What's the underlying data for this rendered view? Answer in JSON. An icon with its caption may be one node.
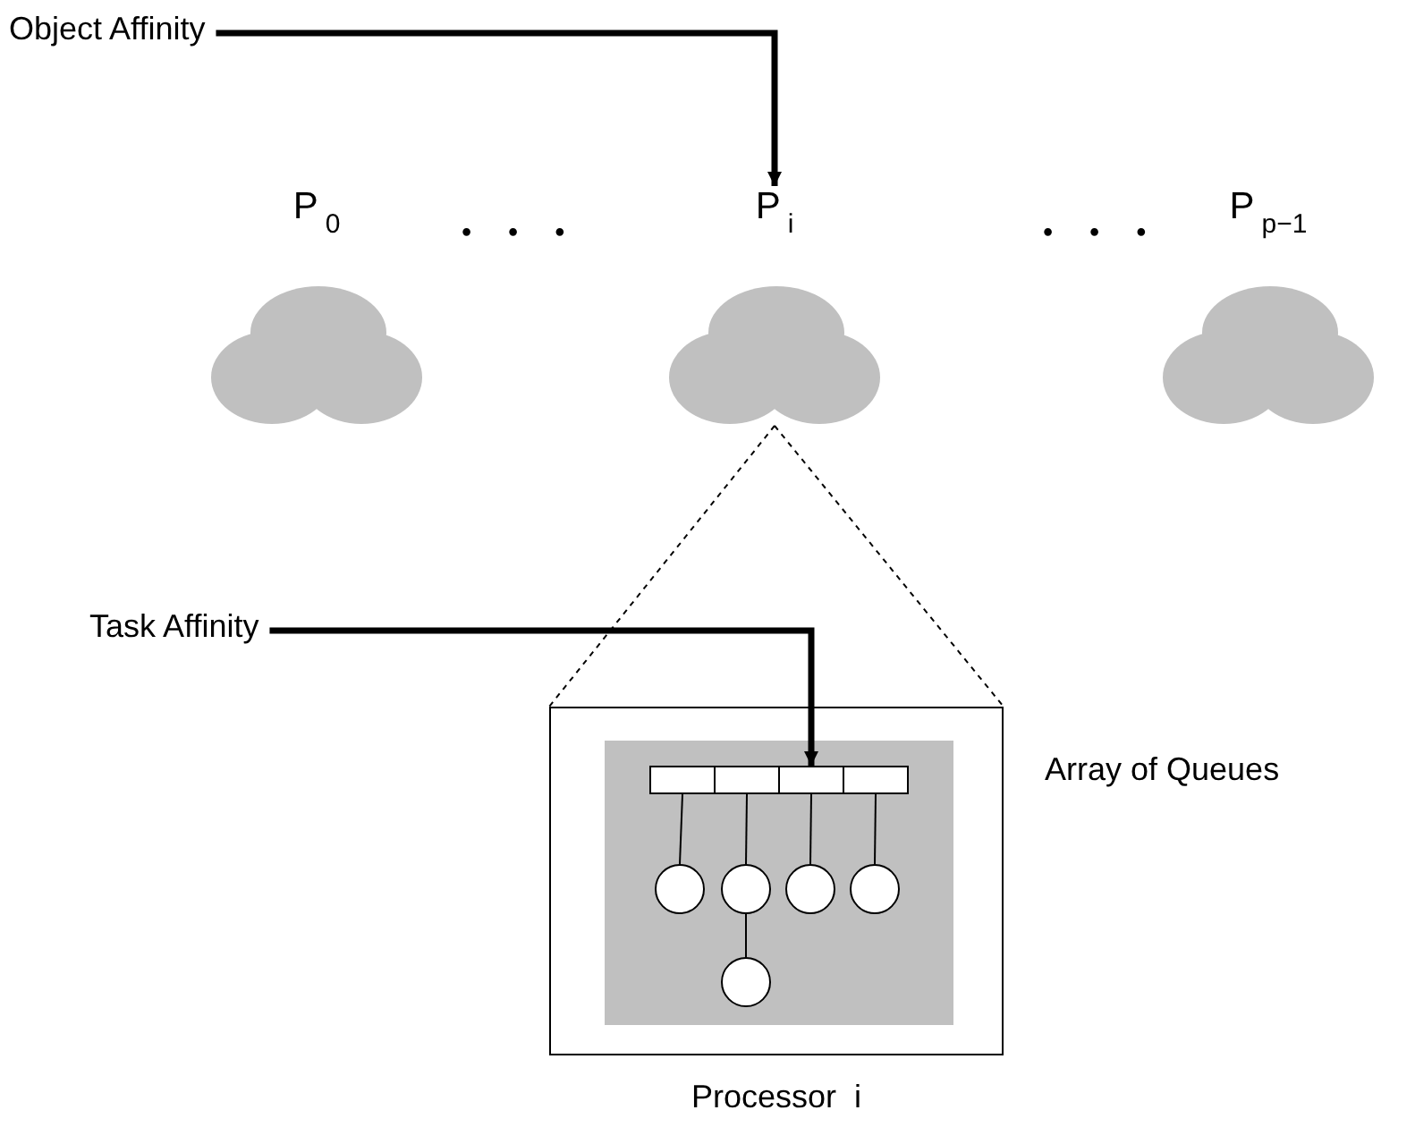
{
  "diagram": {
    "nodes": [
      {
        "text": [
          "Object Affinity"
        ]
      },
      {
        "text": [
          "P$_{0}$"
        ]
      },
      {
        "text": [
          "P$_{i}$"
        ]
      },
      {
        "text": [
          "P$_{p−1}$"
        ]
      },
      {
        "text": [
          "Task Affinity"
        ]
      },
      {
        "text": [
          "Processor  i"
        ],
        "beside": [
          "Array of Queues"
        ]
      },
      {
        "text": [],
        "shape": "box",
        "in": 5
      },
      {
        "text": [],
        "shape": "box",
        "in": 6
      },
      {
        "text": [],
        "shape": "box",
        "in": 6
      },
      {
        "text": [],
        "shape": "box",
        "in": 6
      },
      {
        "text": [],
        "shape": "box",
        "in": 6
      },
      {
        "text": [],
        "shape": "circle",
        "in": 6
      },
      {
        "text": [],
        "shape": "circle",
        "in": 6
      },
      {
        "text": [],
        "shape": "circle",
        "in": 6
      },
      {
        "text": [],
        "shape": "circle",
        "in": 6
      },
      {
        "text": [],
        "shape": "circle",
        "in": 6
      }
    ],
    "edges": [
      {
        "from": 0,
        "to": 2,
        "arrow": "to",
        "style": "thick"
      },
      {
        "from": 4,
        "to": 9,
        "arrow": "to",
        "style": "thick"
      },
      {
        "from": 7,
        "to": 11,
        "arrow": "none"
      },
      {
        "from": 8,
        "to": 12,
        "arrow": "none"
      },
      {
        "from": 9,
        "to": 13,
        "arrow": "none"
      },
      {
        "from": 10,
        "to": 14,
        "arrow": "none"
      },
      {
        "from": 12,
        "to": 15,
        "arrow": "none"
      },
      {
        "from": 2,
        "to": 5,
        "arrow": "none",
        "style": "dashed"
      },
      {
        "from": 2,
        "to": 5,
        "arrow": "none",
        "style": "dashed"
      }
    ],
    "labels": [
      "• • •",
      "• • •"
    ]
  }
}
